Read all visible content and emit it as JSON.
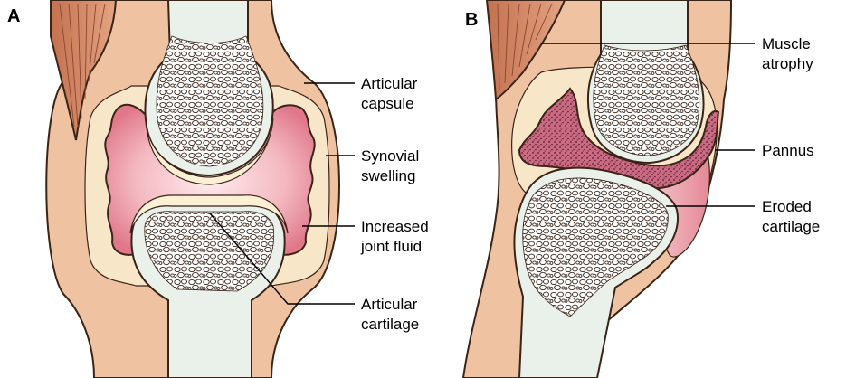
{
  "panels": {
    "a": {
      "letter": "A",
      "labels": {
        "articular_capsule": [
          "Articular",
          "capsule"
        ],
        "synovial_swelling": [
          "Synovial",
          "swelling"
        ],
        "increased_joint_fluid": [
          "Increased",
          "joint fluid"
        ],
        "articular_cartilage": [
          "Articular",
          "cartilage"
        ]
      }
    },
    "b": {
      "letter": "B",
      "labels": {
        "muscle_atrophy": [
          "Muscle",
          "atrophy"
        ],
        "pannus": [
          "Pannus"
        ],
        "eroded_cartilage": [
          "Eroded",
          "cartilage"
        ]
      }
    }
  },
  "colors": {
    "muscle": "#d98f6b",
    "soft_tissue": "#efc3a2",
    "capsule_inner": "#f8e6c8",
    "bone_shaft": "#e9f1ea",
    "cartilage": "#fbefd4",
    "synovium_pink": "#ec97a3",
    "joint_fluid": "#f9d4d8",
    "pannus_red": "#b3506a",
    "outline": "#3a2418"
  }
}
